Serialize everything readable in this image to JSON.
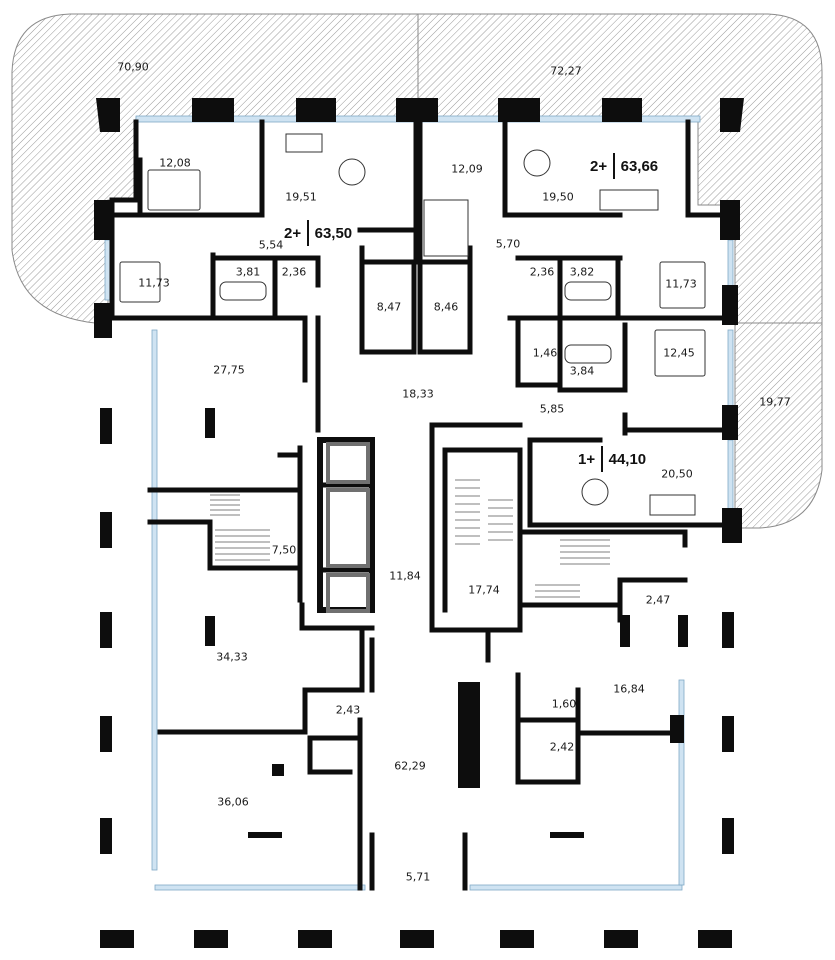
{
  "colors": {
    "wall": "#0d0d0d",
    "window_glass": "#cfe3f2",
    "terrace_hatch": "#9a9a9a",
    "terrace_border": "#8a8a8a",
    "stair_core": "#707070"
  },
  "terraces": [
    {
      "name": "terrace-north-west",
      "area": "70,90"
    },
    {
      "name": "terrace-north-east",
      "area": "72,27"
    },
    {
      "name": "terrace-east",
      "area": "19,77"
    }
  ],
  "units": [
    {
      "name": "apartment-north-west",
      "rooms": "2+",
      "total_area": "63,50"
    },
    {
      "name": "apartment-north-east",
      "rooms": "2+",
      "total_area": "63,66"
    },
    {
      "name": "apartment-east",
      "rooms": "1+",
      "total_area": "44,10"
    }
  ],
  "rooms": [
    {
      "name": "bedroom-nw-top",
      "area": "12,08"
    },
    {
      "name": "living-nw",
      "area": "19,51"
    },
    {
      "name": "bedroom-nw-bottom",
      "area": "11,73"
    },
    {
      "name": "hall-nw",
      "area": "5,54"
    },
    {
      "name": "bath-nw",
      "area": "3,81"
    },
    {
      "name": "wc-nw",
      "area": "2,36"
    },
    {
      "name": "storage-center-left",
      "area": "8,47"
    },
    {
      "name": "storage-center-right",
      "area": "8,46"
    },
    {
      "name": "room-center-top",
      "area": "12,09"
    },
    {
      "name": "living-ne",
      "area": "19,50"
    },
    {
      "name": "hall-ne",
      "area": "5,70"
    },
    {
      "name": "wc-ne",
      "area": "2,36"
    },
    {
      "name": "bath-ne",
      "area": "3,82"
    },
    {
      "name": "bedroom-ne",
      "area": "11,73"
    },
    {
      "name": "closet-e",
      "area": "1,46"
    },
    {
      "name": "bath-e",
      "area": "3,84"
    },
    {
      "name": "bedroom-e",
      "area": "12,45"
    },
    {
      "name": "corridor-top",
      "area": "18,33"
    },
    {
      "name": "hall-e",
      "area": "5,85"
    },
    {
      "name": "living-e",
      "area": "20,50"
    },
    {
      "name": "office-west",
      "area": "27,75"
    },
    {
      "name": "stair-west",
      "area": "7,50"
    },
    {
      "name": "lobby-center",
      "area": "11,84"
    },
    {
      "name": "stair-core",
      "area": "17,74"
    },
    {
      "name": "vestibule-east",
      "area": "2,47"
    },
    {
      "name": "hall-west",
      "area": "34,33"
    },
    {
      "name": "wc-west",
      "area": "2,43"
    },
    {
      "name": "hall-center",
      "area": "62,29"
    },
    {
      "name": "office-east",
      "area": "16,84"
    },
    {
      "name": "wc-east-top",
      "area": "1,60"
    },
    {
      "name": "wc-east-bottom",
      "area": "2,42"
    },
    {
      "name": "room-south-west",
      "area": "36,06"
    },
    {
      "name": "entrance",
      "area": "5,71"
    }
  ]
}
